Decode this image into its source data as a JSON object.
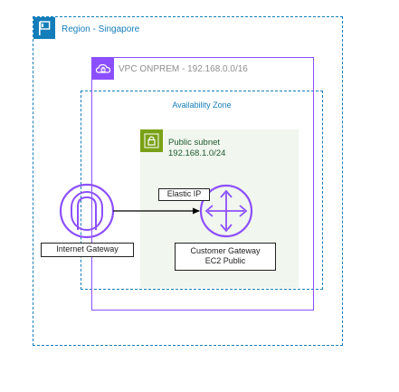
{
  "region": {
    "label": "Region - Singapore",
    "color": "#147eba"
  },
  "vpc": {
    "label": "VPC ONPREM - 192.168.0.0/16",
    "color": "#8c4fff"
  },
  "availability_zone": {
    "label": "Availability Zone"
  },
  "subnet": {
    "name": "Public subnet",
    "cidr": "192.168.1.0/24",
    "color": "#7aa116"
  },
  "internet_gateway": {
    "label": "Internet Gateway",
    "icon": "internet-gateway-icon"
  },
  "customer_gateway": {
    "line1": "Customer Gateway",
    "line2": "EC2 Public",
    "icon": "router-icon"
  },
  "elastic_ip": {
    "label": "Elastic IP"
  }
}
